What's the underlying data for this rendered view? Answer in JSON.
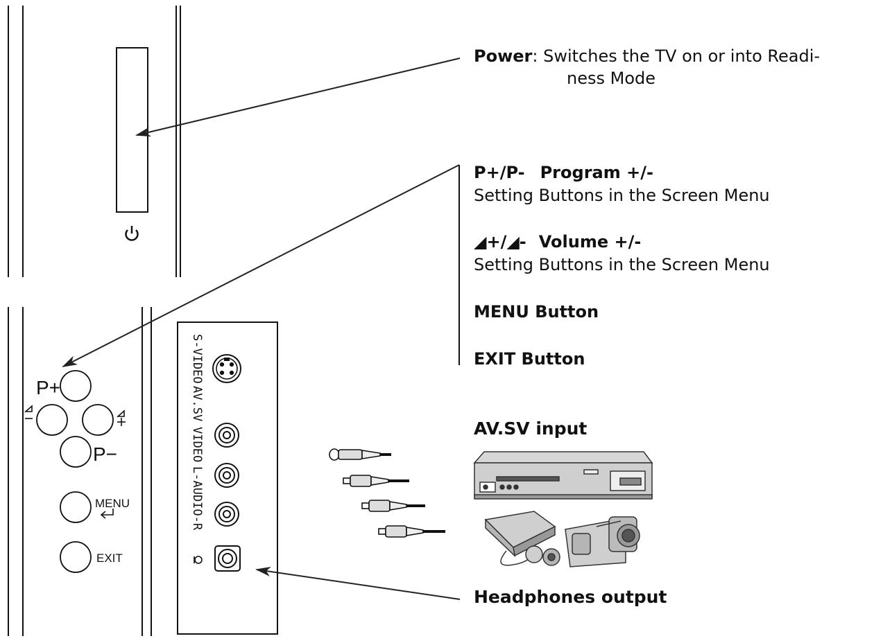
{
  "power": {
    "title": "Power",
    "separator": ":",
    "line1": "Switches the TV on or into Readi-",
    "line2": "ness Mode"
  },
  "program": {
    "title_left": "P+/P-",
    "title_right": "Program +/-",
    "desc": "Setting Buttons in the Screen Menu"
  },
  "volume": {
    "title_left": "◢+/◢-",
    "title_right": "Volume +/-",
    "desc": "Setting Buttons in the Screen Menu"
  },
  "menu_button": "MENU Button",
  "exit_button": "EXIT Button",
  "av_input": "AV.SV input",
  "headphones_output": "Headphones output",
  "panel_labels": {
    "p_plus": "P+",
    "p_minus": "P−",
    "menu": "MENU",
    "exit": "EXIT"
  },
  "jack_labels": {
    "svideo": "S-VIDEO",
    "avsv": "AV.SV",
    "video": "VIDEO",
    "audio": "L-AUDIO-R"
  }
}
